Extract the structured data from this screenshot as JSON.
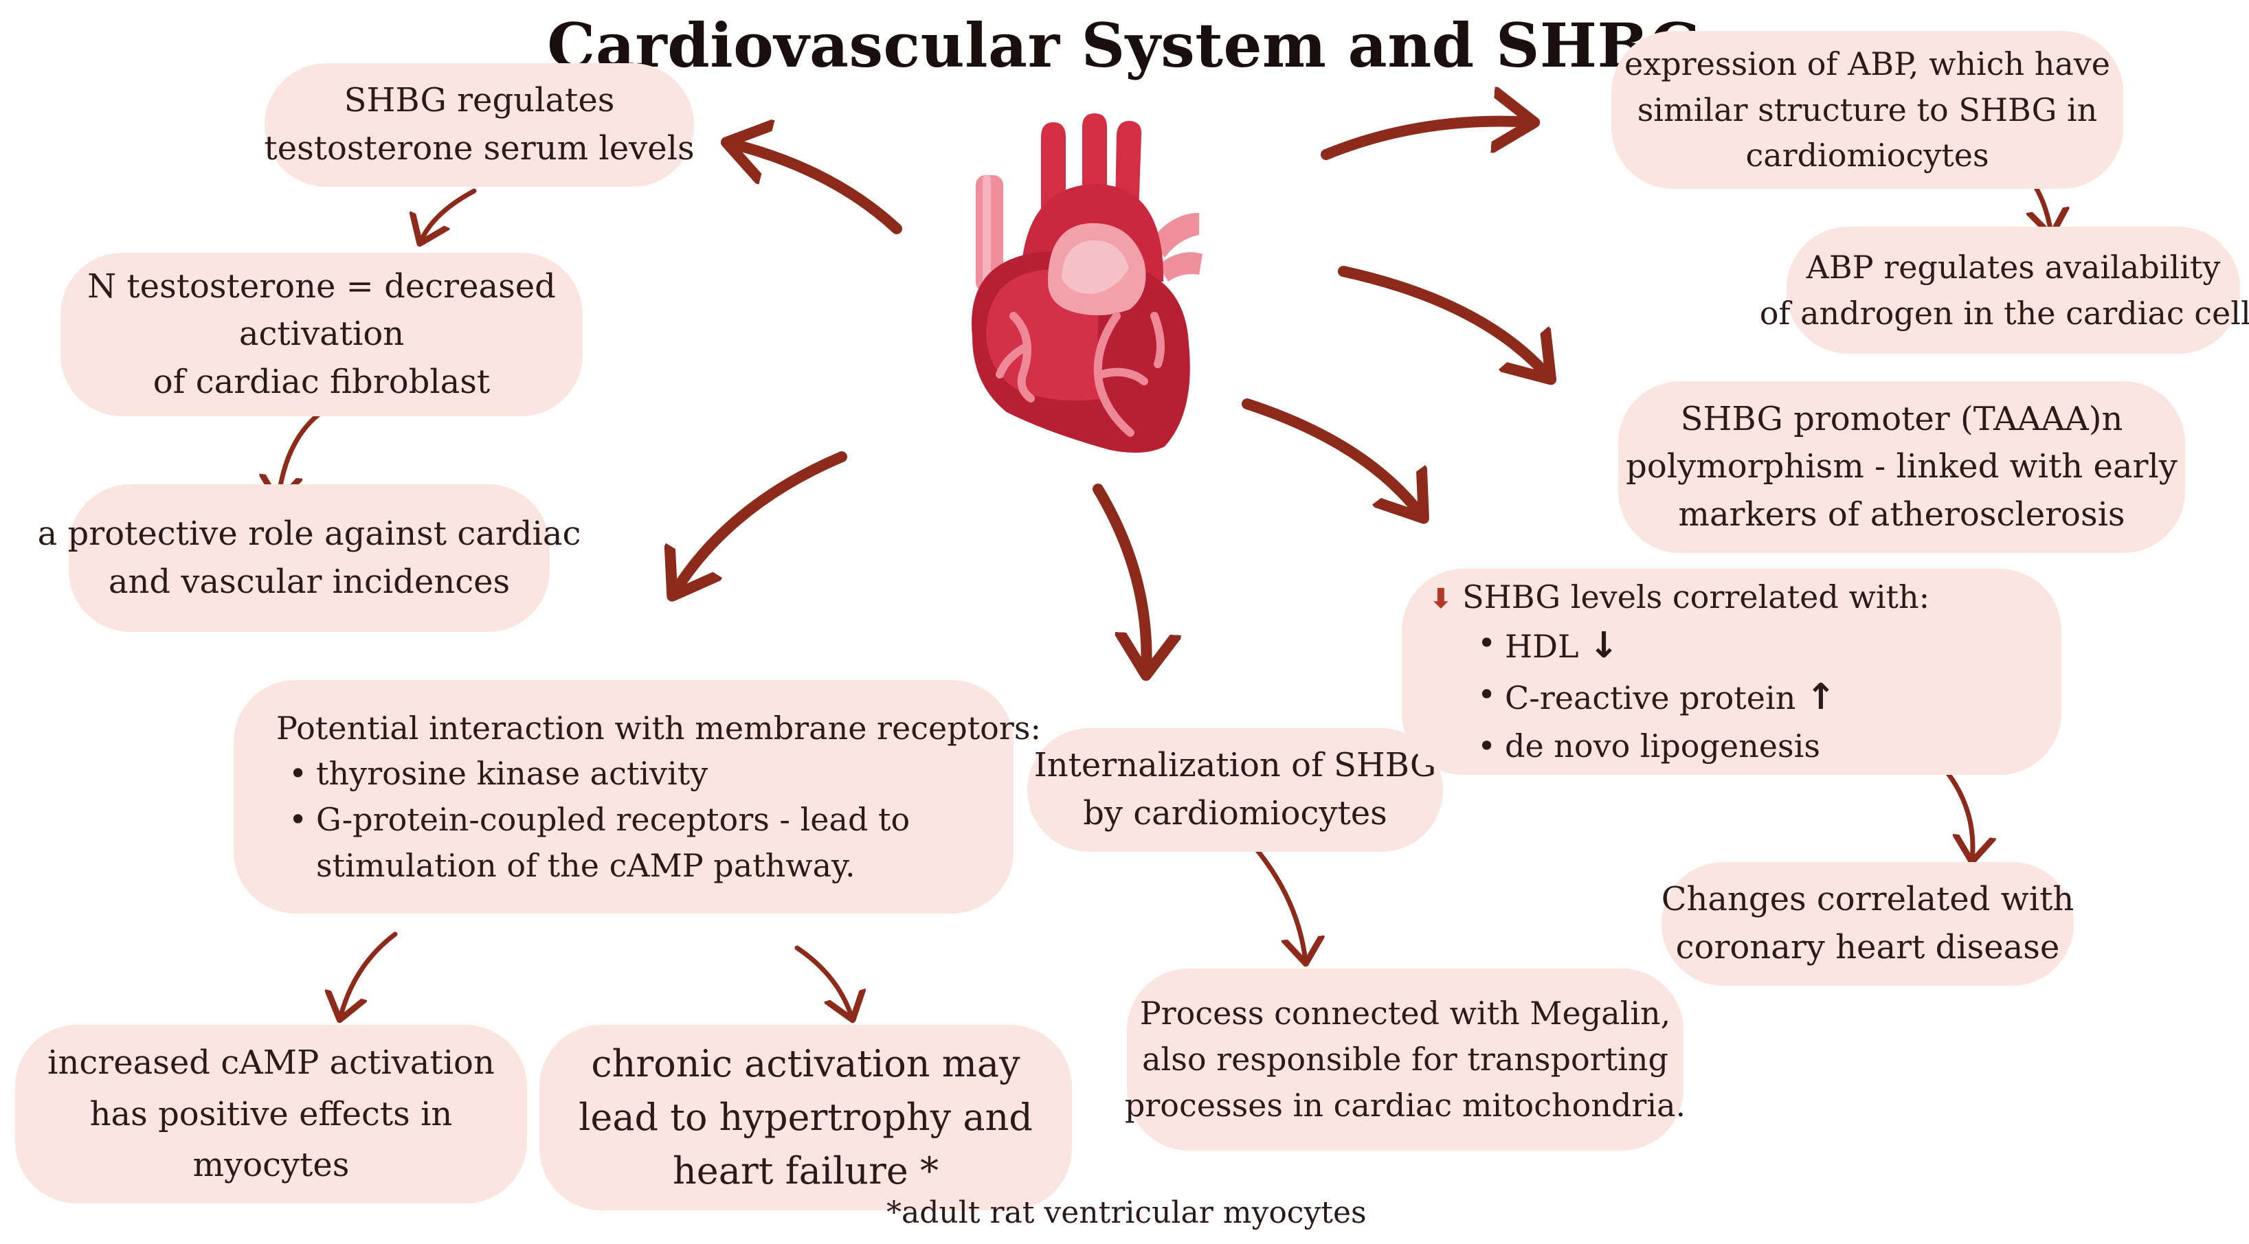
{
  "title": "Cardiovascular System and SHBG",
  "boxes": {
    "shbg_regulates": [
      "SHBG regulates",
      "testosterone serum levels"
    ],
    "n_testosterone": [
      "N testosterone = decreased",
      "activation",
      "of cardiac fibroblast"
    ],
    "protective_role": [
      "a protective role against cardiac",
      "and vascular incidences"
    ],
    "membrane": {
      "heading": "Potential interaction with membrane receptors:",
      "bullets": [
        "thyrosine kinase activity",
        "G-protein-coupled receptors - lead to",
        "stimulation of the cAMP pathway."
      ]
    },
    "camp_activation": [
      "increased cAMP activation",
      "has positive effects in",
      "myocytes"
    ],
    "chronic_activation": [
      "chronic activation may",
      "lead to hypertrophy and",
      "heart failure *"
    ],
    "internalization": [
      "Internalization of SHBG",
      "by cardiomiocytes"
    ],
    "megalin": [
      "Process connected with Megalin,",
      "also responsible for transporting",
      "processes in cardiac mitochondria."
    ],
    "abp_expression": [
      "expression of ABP, which have",
      "similar structure to SHBG in",
      "cardiomiocytes"
    ],
    "abp_regulates": [
      "ABP regulates availability",
      "of androgen in the cardiac cells"
    ],
    "promoter": [
      "SHBG promoter (TAAAA)n",
      "polymorphism -  linked with early",
      "markers of atherosclerosis"
    ],
    "levels": {
      "heading": "SHBG levels correlated with:",
      "items": [
        {
          "text": "HDL",
          "arrow": "↓"
        },
        {
          "text": "C-reactive protein",
          "arrow": "↑"
        },
        {
          "text": "de novo lipogenesis",
          "arrow": ""
        }
      ]
    },
    "changes": [
      "Changes correlated with",
      "coronary heart disease"
    ]
  },
  "footnote": "*adult rat ventricular myocytes",
  "colors": {
    "box_fill": "#fbe5e1",
    "arrow": "#8c2b1c",
    "heart_main": "#c8283c",
    "heart_light": "#f2a0aa"
  },
  "icons": [
    "heart-icon",
    "down-arrow-icon"
  ]
}
